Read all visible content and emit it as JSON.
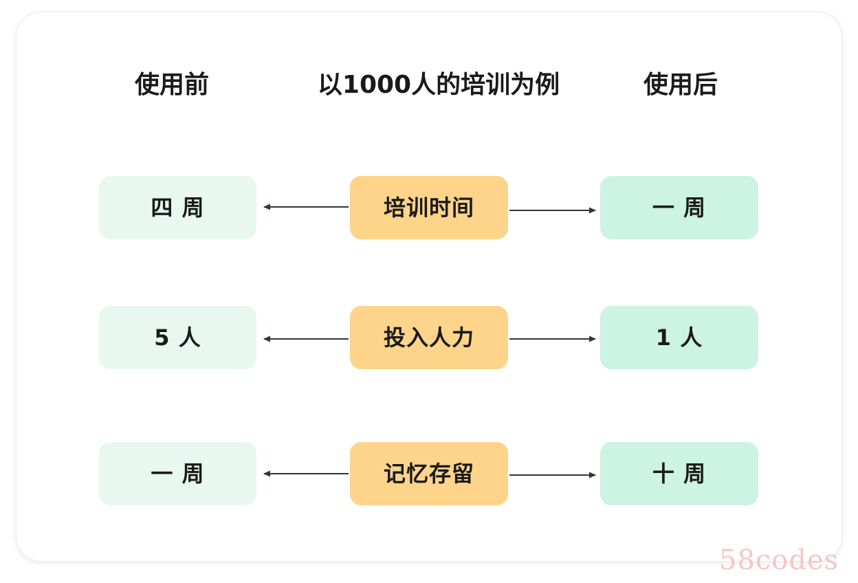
{
  "headers": {
    "before": "使用前",
    "title": "以1000人的培训为例",
    "after": "使用后"
  },
  "rows": [
    {
      "metric": "培训时间",
      "before": "四 周",
      "after": "一 周"
    },
    {
      "metric": "投入人力",
      "before": "5 人",
      "after": "1 人"
    },
    {
      "metric": "记忆存留",
      "before": "一 周",
      "after": "十 周"
    }
  ],
  "colors": {
    "before_box": "#e8f8f1",
    "metric_box": "#fdd48a",
    "after_box": "#cdf3e2",
    "arrow": "#333333"
  },
  "watermark": "58codes"
}
